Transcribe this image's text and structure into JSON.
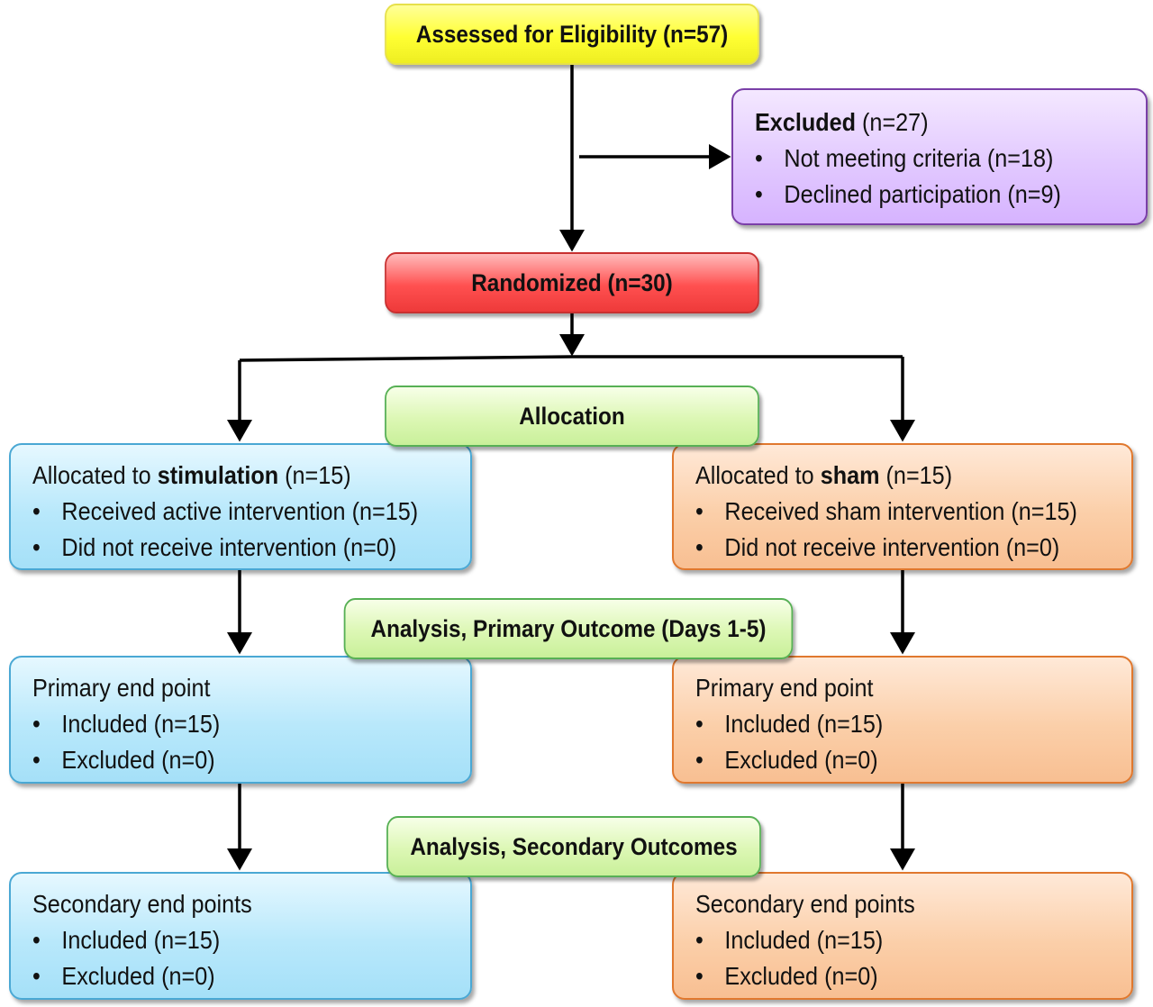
{
  "eligibility": {
    "label": "Assessed for Eligibility (n=57)"
  },
  "excluded": {
    "heading_bold": "Excluded",
    "heading_rest": " (n=27)",
    "bullet": "•",
    "items": [
      "Not meeting criteria (n=18)",
      "Declined participation (n=9)"
    ]
  },
  "randomized": {
    "label": "Randomized (n=30)"
  },
  "allocation": {
    "label": "Allocation"
  },
  "stimulation_arm": {
    "allocated_prefix": "Allocated to ",
    "allocated_bold": "stimulation",
    "allocated_suffix": " (n=15)",
    "items": [
      "Received active intervention (n=15)",
      "Did not receive intervention (n=0)"
    ],
    "primary": {
      "title": "Primary end point",
      "items": [
        "Included (n=15)",
        "Excluded (n=0)"
      ]
    },
    "secondary": {
      "title": "Secondary end points",
      "items": [
        "Included (n=15)",
        "Excluded (n=0)"
      ]
    }
  },
  "sham_arm": {
    "allocated_prefix": "Allocated to ",
    "allocated_bold": "sham",
    "allocated_suffix": " (n=15)",
    "items": [
      "Received sham intervention (n=15)",
      "Did not receive intervention (n=0)"
    ],
    "primary": {
      "title": "Primary end point",
      "items": [
        "Included (n=15)",
        "Excluded (n=0)"
      ]
    },
    "secondary": {
      "title": "Secondary end points",
      "items": [
        "Included (n=15)",
        "Excluded (n=0)"
      ]
    }
  },
  "primary_outcome": {
    "label": "Analysis, Primary Outcome (Days 1-5)"
  },
  "secondary_outcome": {
    "label": "Analysis, Secondary Outcomes"
  }
}
